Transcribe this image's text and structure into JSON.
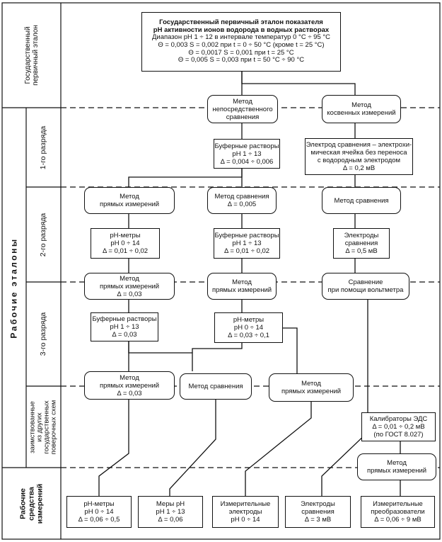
{
  "side_labels": {
    "primary": [
      "Государственный",
      "первичный эталон"
    ],
    "first_grade": [
      "1-го разряда"
    ],
    "second_grade": [
      "2-го разряда"
    ],
    "third_grade": [
      "3-го разряда"
    ],
    "working_standards": [
      "Рабочие эталоны"
    ],
    "borrowed": [
      "заимствованные",
      "из других",
      "государственных",
      "поверочных схем"
    ],
    "working_means": [
      "Рабочие",
      "средства",
      "измерений"
    ]
  },
  "primary_standard": {
    "lines": [
      "Государственный первичный эталон показателя",
      "pH активности ионов водорода в водных растворах",
      "Диапазон pH 1 ÷ 12 в интервале температур 0 °С ÷ 95 °С",
      "Θ = 0,003  S = 0,002 при t = 0 ÷ 50 °С (кроме t = 25 °С)",
      "Θ = 0,0017  S = 0,001 при t = 25 °С",
      "Θ = 0,005  S = 0,003 при t = 50 °С ÷ 90 °С"
    ]
  },
  "methods_primary": {
    "direct": [
      "Метод",
      "непосредственного",
      "сравнения"
    ],
    "indirect": [
      "Метод",
      "косвенных измерений"
    ]
  },
  "grade1": {
    "buffers": [
      "Буферные растворы",
      "pH 1 ÷ 13",
      "Δ = 0,004 ÷ 0,006"
    ],
    "electrode": [
      "Электрод сравнения – электрохи-",
      "мическая ячейка без переноса",
      "с водородным электродом",
      "Δ = 0,2 мВ"
    ]
  },
  "methods_g1": {
    "direct_measure": [
      "Метод",
      "прямых измерений"
    ],
    "comparison": [
      "Метод сравнения",
      "Δ = 0,005"
    ],
    "comparison_right": [
      "Метод сравнения"
    ]
  },
  "grade2": {
    "ph_meters": [
      "pH-метры",
      "pH 0 ÷ 14",
      "Δ = 0,01 ÷ 0,02"
    ],
    "buffers": [
      "Буферные растворы",
      "pH 1 ÷ 13",
      "Δ = 0,01 ÷ 0,02"
    ],
    "electrodes": [
      "Электроды",
      "сравнения",
      "Δ = 0,5 мВ"
    ]
  },
  "methods_g2": {
    "left": [
      "Метод",
      "прямых измерений",
      "Δ = 0,03"
    ],
    "mid": [
      "Метод",
      "прямых измерений"
    ],
    "right": [
      "Сравнение",
      "при помощи вольтметра"
    ]
  },
  "grade3": {
    "buffers": [
      "Буферные растворы",
      "pH 1 ÷ 13",
      "Δ = 0,03"
    ],
    "ph_meters": [
      "pH-метры",
      "pH 0 ÷ 14",
      "Δ = 0,03 ÷ 0,1"
    ]
  },
  "methods_g3": {
    "left": [
      "Метод",
      "прямых измерений",
      "Δ = 0,03"
    ],
    "mid": [
      "Метод сравнения"
    ],
    "right": [
      "Метод",
      "прямых измерений"
    ]
  },
  "calibrators": [
    "Калибраторы ЭДС",
    "Δ = 0,01 ÷ 0,2 мВ",
    "(по ГОСТ 8.027)"
  ],
  "method_borrowed": [
    "Метод",
    "прямых измерений"
  ],
  "working": {
    "ph_meters": [
      "pH-метры",
      "pH 0 ÷ 14",
      "Δ = 0,06 ÷ 0,5"
    ],
    "ph_measures": [
      "Меры pH",
      "pH 1 ÷ 13",
      "Δ = 0,06"
    ],
    "meas_electrodes": [
      "Измерительные",
      "электроды",
      "pH 0 ÷ 14"
    ],
    "ref_electrodes": [
      "Электроды",
      "сравнения",
      "Δ = 3 мВ"
    ],
    "transducers": [
      "Измерительные",
      "преобразователи",
      "Δ = 0,06 ÷ 9 мВ"
    ]
  }
}
